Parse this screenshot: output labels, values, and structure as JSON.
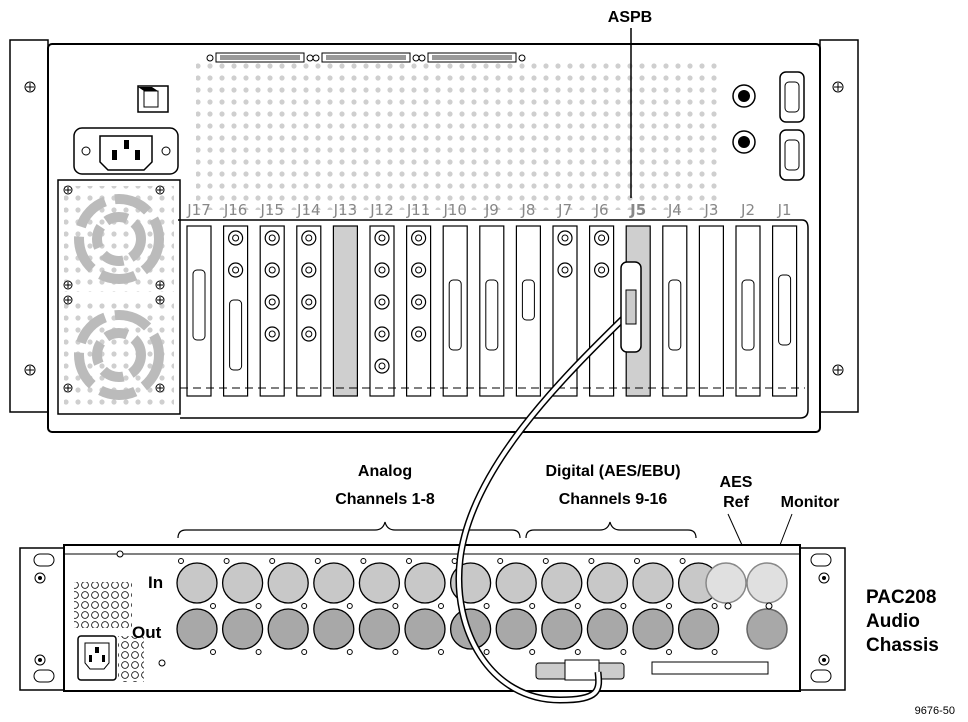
{
  "top_label": "ASPB",
  "slots": [
    "J17",
    "J16",
    "J15",
    "J14",
    "J13",
    "J12",
    "J11",
    "J10",
    "J9",
    "J8",
    "J7",
    "J6",
    "J5",
    "J4",
    "J3",
    "J2",
    "J1"
  ],
  "highlighted_slot": "J5",
  "analog_label": [
    "Analog",
    "Channels 1-8"
  ],
  "digital_label": [
    "Digital (AES/EBU)",
    "Channels 9-16"
  ],
  "aes_ref_label": [
    "AES",
    "Ref"
  ],
  "monitor_label": "Monitor",
  "in_label": "In",
  "out_label": "Out",
  "chassis_label": [
    "PAC208",
    "Audio",
    "Chassis"
  ],
  "figure_number": "9676-50",
  "colors": {
    "connector_in": "#c8c8c8",
    "connector_out": "#a8a8a8",
    "highlight_card": "#cfcfcf",
    "slot_text": "#888888",
    "line": "#000000"
  }
}
